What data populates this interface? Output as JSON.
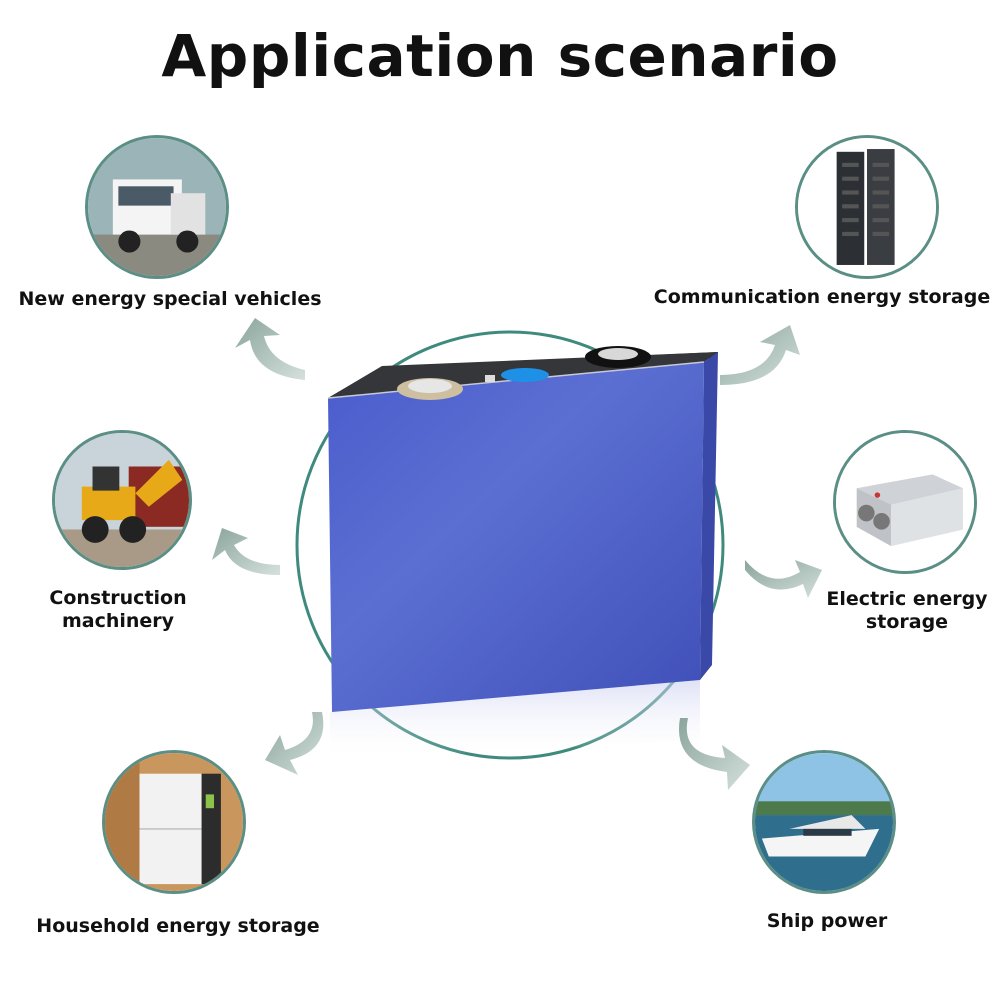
{
  "title": "Application scenario",
  "scenarios": [
    {
      "label": "New energy special vehicles",
      "icon": "truck-icon"
    },
    {
      "label": "Communication energy storage",
      "icon": "battery-rack-icon"
    },
    {
      "label_line1": "Construction",
      "label_line2": "machinery",
      "icon": "loader-icon"
    },
    {
      "label_line1": "Electric energy",
      "label_line2": "storage",
      "icon": "power-unit-icon"
    },
    {
      "label": "Household energy storage",
      "icon": "home-battery-icon"
    },
    {
      "label": "Ship power",
      "icon": "yacht-icon"
    }
  ],
  "colors": {
    "battery": "#4a5cc4",
    "ring": "#3f8a7e",
    "arrow": "#a3b8b1"
  }
}
